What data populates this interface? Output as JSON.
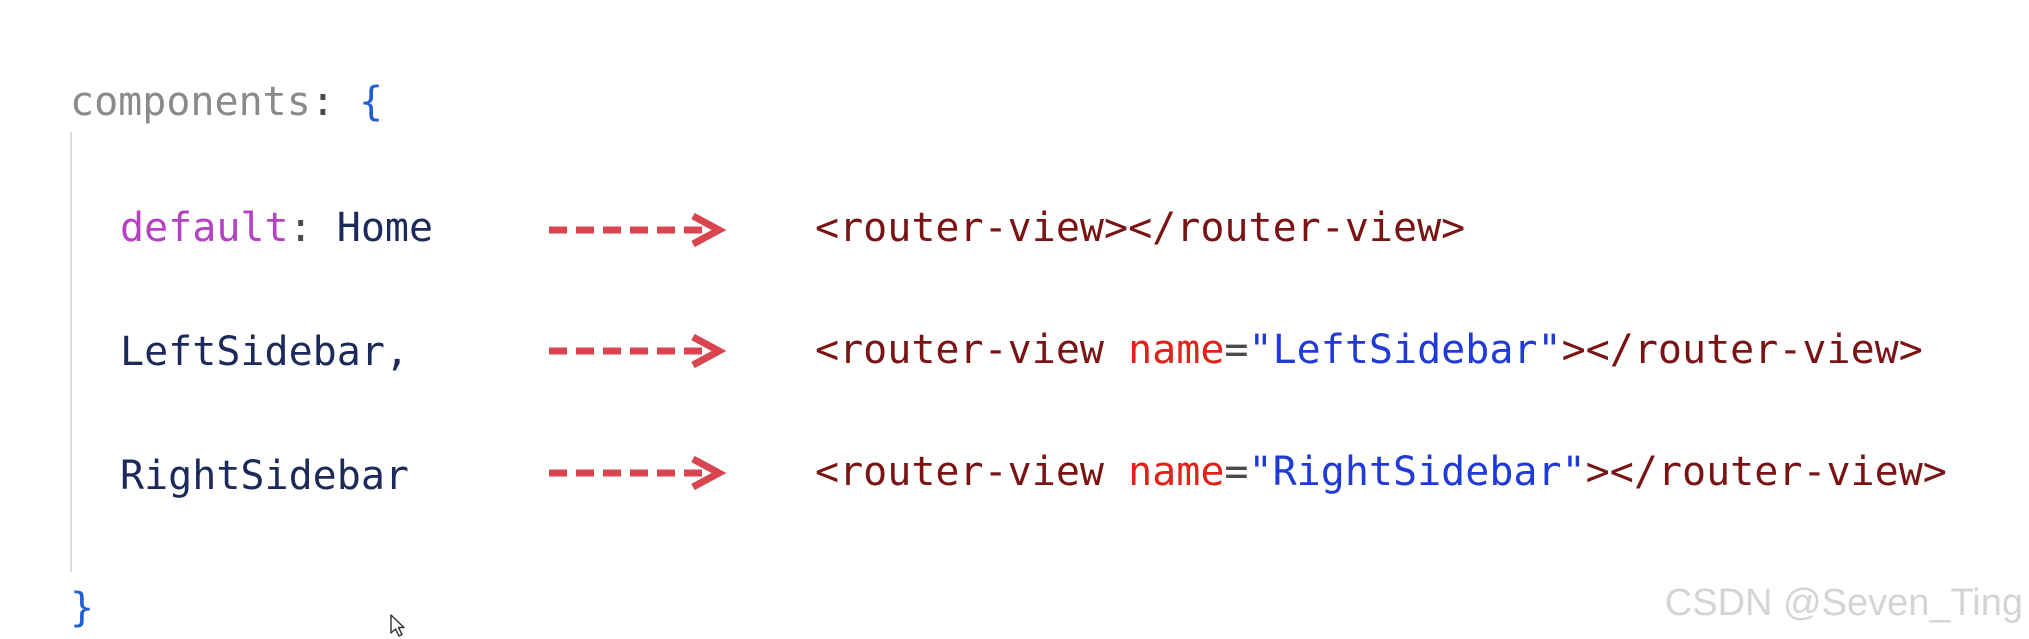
{
  "code": {
    "open": {
      "key": "components",
      "colon": ":",
      "brace": "{"
    },
    "close_brace": "}",
    "rows": [
      {
        "key": "default",
        "colon": ":",
        "value": "Home",
        "tag_open": "<router-view>",
        "tag_close": "</router-view>"
      },
      {
        "ident": "LeftSidebar,",
        "tag_start": "<router-view ",
        "attr_name": "name",
        "equals": "=",
        "attr_value": "\"LeftSidebar\"",
        "tag_end": "></router-view>"
      },
      {
        "ident": "RightSidebar",
        "tag_start": "<router-view ",
        "attr_name": "name",
        "equals": "=",
        "attr_value": "\"RightSidebar\"",
        "tag_end": "></router-view>"
      }
    ]
  },
  "arrow_color": "#d9454f",
  "watermark": "CSDN @Seven_Ting",
  "cursor_icon": "mouse-pointer-icon"
}
